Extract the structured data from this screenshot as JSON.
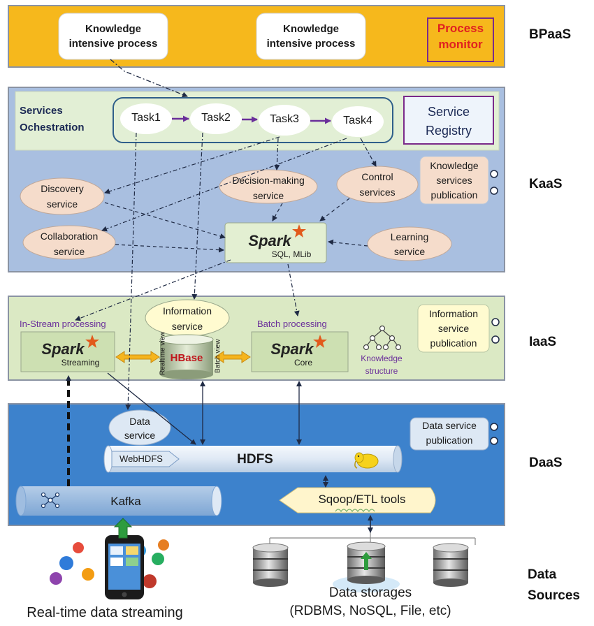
{
  "layers": {
    "bpaas": "BPaaS",
    "kaas": "KaaS",
    "iaas": "IaaS",
    "daas": "DaaS",
    "data_sources_1": "Data",
    "data_sources_2": "Sources"
  },
  "bpaas": {
    "kip1_l1": "Knowledge",
    "kip1_l2": "intensive process",
    "kip2_l1": "Knowledge",
    "kip2_l2": "intensive process",
    "monitor_l1": "Process",
    "monitor_l2": "monitor"
  },
  "kaas": {
    "orch_l1": "Services",
    "orch_l2": "Ochestration",
    "tasks": [
      "Task1",
      "Task2",
      "Task3",
      "Task4"
    ],
    "registry_l1": "Service",
    "registry_l2": "Registry",
    "ksp_l1": "Knowledge",
    "ksp_l2": "services",
    "ksp_l3": "publication",
    "discovery_l1": "Discovery",
    "discovery_l2": "service",
    "decision_l1": "Decision-making",
    "decision_l2": "service",
    "control_l1": "Control",
    "control_l2": "services",
    "collab_l1": "Collaboration",
    "collab_l2": "service",
    "learning_l1": "Learning",
    "learning_l2": "service",
    "spark_word": "Spark",
    "spark_sub": "SQL, MLib"
  },
  "iaas": {
    "instream": "In-Stream processing",
    "batch": "Batch processing",
    "info_l1": "Information",
    "info_l2": "service",
    "spark_stream_word": "Spark",
    "spark_stream_sub": "Streaming",
    "spark_core_word": "Spark",
    "spark_core_sub": "Core",
    "hbase": "HBase",
    "realtime_view": "Realtime view",
    "batch_view": "Batch view",
    "knowledge_l1": "Knowledge",
    "knowledge_l2": "structure",
    "isp_l1": "Information",
    "isp_l2": "service",
    "isp_l3": "publication"
  },
  "daas": {
    "data_service_l1": "Data",
    "data_service_l2": "service",
    "dsp_l1": "Data service",
    "dsp_l2": "publication",
    "webhdfs": "WebHDFS",
    "hdfs": "HDFS",
    "kafka": "Kafka",
    "sqoop": "Sqoop/ETL tools"
  },
  "sources": {
    "realtime": "Real-time data streaming",
    "storages_l1": "Data storages",
    "storages_l2": "(RDBMS, NoSQL, File, etc)"
  },
  "colors": {
    "bpaas_bg": "#f6b81c",
    "kaas_bg": "#a9bfe0",
    "iaas_bg": "#dbe9c4",
    "daas_bg": "#3d82cc",
    "oval_fill": "#f5dccb",
    "info_fill": "#fffbd0",
    "monitor_text": "#e02020",
    "task_arrow": "#6a2f9a"
  }
}
